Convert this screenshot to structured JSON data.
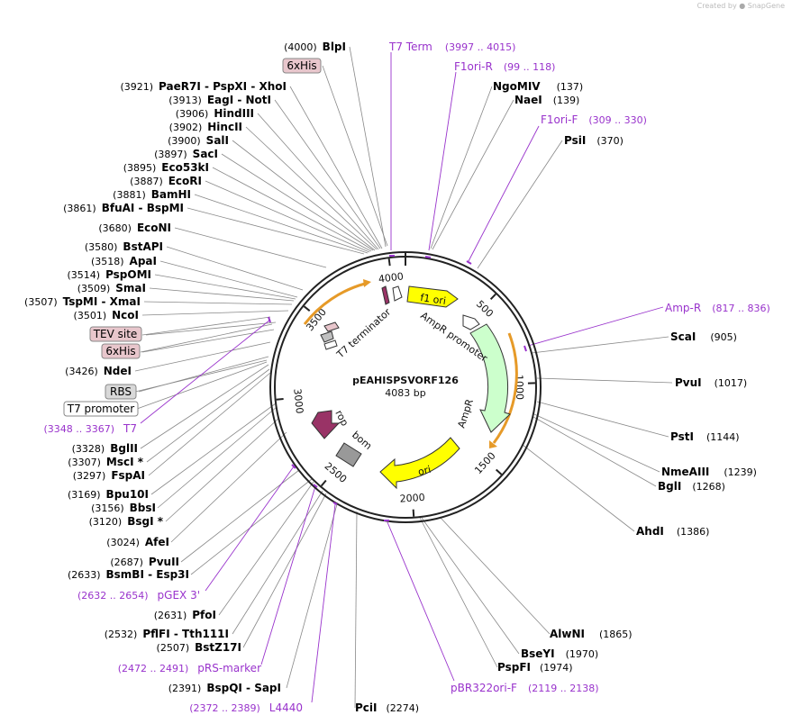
{
  "watermark": {
    "prefix": "Created by",
    "brand": "SnapGene"
  },
  "plasmid": {
    "name": "pEAHISPSVORF126",
    "length_label": "4083 bp",
    "length": 4083
  },
  "ruler_ticks": [
    "500",
    "1000",
    "1500",
    "2000",
    "2500",
    "3000",
    "3500",
    "4000"
  ],
  "features": [
    {
      "label": "f1 ori",
      "color": "#ffff00",
      "start": 0,
      "end": 456,
      "strand": 1
    },
    {
      "label": "AmpR promoter",
      "color": "#ffffff",
      "start": 483,
      "end": 587,
      "strand": 1
    },
    {
      "label": "AmpR",
      "color": "#ccffcc",
      "start": 588,
      "end": 1448,
      "strand": 1
    },
    {
      "label": "ori",
      "color": "#ffff00",
      "start": 1619,
      "end": 2207,
      "strand": -1
    },
    {
      "label": "bom",
      "color": "#999999",
      "start": 2380,
      "end": 2520,
      "strand": 0
    },
    {
      "label": "rop",
      "color": "#993366",
      "start": 2753,
      "end": 2945,
      "strand": -1
    },
    {
      "label": "T7 terminator",
      "color": "#c0c0c0",
      "start": 3424,
      "end": 3471,
      "strand": -1
    },
    {
      "label": "T7 promoter",
      "color": "#ffffff",
      "start": 3833,
      "end": 3851,
      "strand": 1
    }
  ],
  "left_labels": [
    {
      "text": "BlpI",
      "pos": "(4000)"
    },
    {
      "text": "PaeR7I - PspXI - XhoI",
      "pos": "(3921)"
    },
    {
      "text": "EagI - NotI",
      "pos": "(3913)"
    },
    {
      "text": "HindIII",
      "pos": "(3906)"
    },
    {
      "text": "HincII",
      "pos": "(3902)"
    },
    {
      "text": "SalI",
      "pos": "(3900)"
    },
    {
      "text": "SacI",
      "pos": "(3897)"
    },
    {
      "text": "Eco53kI",
      "pos": "(3895)"
    },
    {
      "text": "EcoRI",
      "pos": "(3887)"
    },
    {
      "text": "BamHI",
      "pos": "(3881)"
    },
    {
      "text": "BfuAI - BspMI",
      "pos": "(3861)"
    },
    {
      "text": "EcoNI",
      "pos": "(3680)"
    },
    {
      "text": "BstAPI",
      "pos": "(3580)"
    },
    {
      "text": "ApaI",
      "pos": "(3518)"
    },
    {
      "text": "PspOMI",
      "pos": "(3514)"
    },
    {
      "text": "SmaI",
      "pos": "(3509)"
    },
    {
      "text": "TspMI - XmaI",
      "pos": "(3507)"
    },
    {
      "text": "NcoI",
      "pos": "(3501)"
    },
    {
      "text": "NdeI",
      "pos": "(3426)"
    },
    {
      "text": "BglII",
      "pos": "(3328)"
    },
    {
      "text": "MscI *",
      "pos": "(3307)"
    },
    {
      "text": "FspAI",
      "pos": "(3297)"
    },
    {
      "text": "Bpu10I",
      "pos": "(3169)"
    },
    {
      "text": "BbsI",
      "pos": "(3156)"
    },
    {
      "text": "BsgI *",
      "pos": "(3120)"
    },
    {
      "text": "AfeI",
      "pos": "(3024)"
    },
    {
      "text": "PvuII",
      "pos": "(2687)"
    },
    {
      "text": "BsmBI - Esp3I",
      "pos": "(2633)"
    },
    {
      "text": "PfoI",
      "pos": "(2631)"
    },
    {
      "text": "PflFI - Tth111I",
      "pos": "(2532)"
    },
    {
      "text": "BstZ17I",
      "pos": "(2507)"
    },
    {
      "text": "BspQI - SapI",
      "pos": "(2391)"
    },
    {
      "text": "PciI",
      "pos": "(2274)"
    }
  ],
  "right_labels": [
    {
      "text": "NgoMIV",
      "pos": "(137)"
    },
    {
      "text": "NaeI",
      "pos": "(139)"
    },
    {
      "text": "PsiI",
      "pos": "(370)"
    },
    {
      "text": "ScaI",
      "pos": "(905)"
    },
    {
      "text": "PvuI",
      "pos": "(1017)"
    },
    {
      "text": "PstI",
      "pos": "(1144)"
    },
    {
      "text": "NmeAIII",
      "pos": "(1239)"
    },
    {
      "text": "BglI",
      "pos": "(1268)"
    },
    {
      "text": "AhdI",
      "pos": "(1386)"
    },
    {
      "text": "AlwNI",
      "pos": "(1865)"
    },
    {
      "text": "BseYI",
      "pos": "(1970)"
    },
    {
      "text": "PspFI",
      "pos": "(1974)"
    }
  ],
  "primers": [
    {
      "text": "T7 Term",
      "range": "(3997 .. 4015)"
    },
    {
      "text": "F1ori-R",
      "range": "(99 .. 118)"
    },
    {
      "text": "F1ori-F",
      "range": "(309 .. 330)"
    },
    {
      "text": "Amp-R",
      "range": "(817 .. 836)"
    },
    {
      "text": "T7",
      "range": "(3348 .. 3367)"
    },
    {
      "text": "pGEX 3'",
      "range": "(2632 .. 2654)"
    },
    {
      "text": "pRS-marker",
      "range": "(2472 .. 2491)"
    },
    {
      "text": "L4440",
      "range": "(2372 .. 2389)"
    },
    {
      "text": "pBR322ori-F",
      "range": "(2119 .. 2138)"
    }
  ],
  "boxed_labels": [
    {
      "text": "6xHis"
    },
    {
      "text": "TEV site"
    },
    {
      "text": "6xHis"
    },
    {
      "text": "RBS"
    },
    {
      "text": "T7 promoter"
    }
  ],
  "colors": {
    "backbone": "#222222",
    "leader": "#888888",
    "primer": "#9933cc",
    "primer_text": "#9933cc",
    "box_pink": "#e8c6cc",
    "box_gray": "#d8d8d8",
    "orange_arc": "#e69a28"
  }
}
